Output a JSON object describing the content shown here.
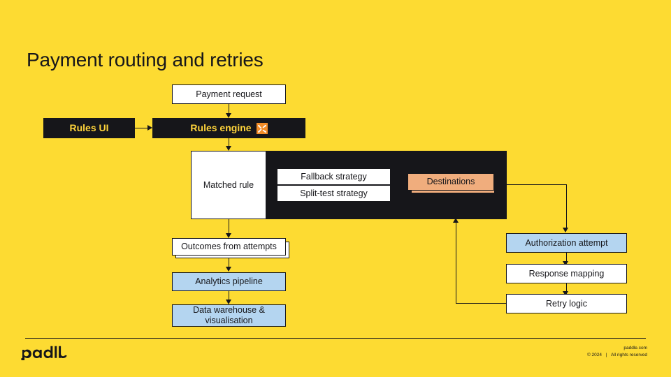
{
  "slide": {
    "title": "Payment routing and retries",
    "background_color": "#FDDB32",
    "ink_color": "#16161a"
  },
  "colors": {
    "background": "#FDDB32",
    "ink": "#16161a",
    "panel_dark": "#16161a",
    "accent_yellow_text": "#FFD43B",
    "node_blue": "#B4D5F0",
    "node_peach": "#F0AD7D",
    "icon_orange": "#F28C28",
    "node_white": "#FFFFFF"
  },
  "nodes": {
    "payment_request": "Payment request",
    "rules_ui": "Rules UI",
    "rules_engine": "Rules engine",
    "rules_engine_icon": "shuffle-icon",
    "matched_rule": "Matched rule",
    "fallback_strategy": "Fallback strategy",
    "split_test_strategy": "Split-test strategy",
    "destinations": "Destinations",
    "outcomes_from_attempts": "Outcomes from attempts",
    "analytics_pipeline": "Analytics pipeline",
    "data_warehouse": "Data warehouse & visualisation",
    "authorization_attempt": "Authorization attempt",
    "response_mapping": "Response mapping",
    "retry_logic": "Retry logic"
  },
  "footer": {
    "logo_text": "paddle",
    "domain": "paddle.com",
    "copyright": "© 2024",
    "separator": "|",
    "rights": "All rights reserved"
  }
}
